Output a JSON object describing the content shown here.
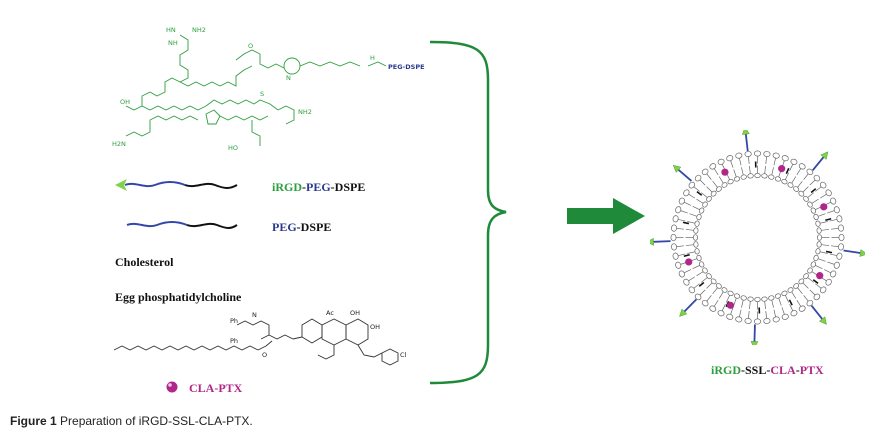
{
  "structure": {
    "peg_dspe_tag": "PEG-DSPE",
    "atom_labels": [
      "HN",
      "NH2",
      "NH",
      "O",
      "N",
      "H",
      "S",
      "OH",
      "H2N",
      "HO",
      "NH2"
    ]
  },
  "legend": {
    "irgd_peg_dspe": {
      "part1": "iRGD",
      "sep1": "-",
      "part2": "PEG",
      "sep2": "-",
      "part3": "DSPE"
    },
    "peg_dspe": {
      "part1": "PEG",
      "sep": "-",
      "part2": "DSPE"
    },
    "cholesterol": "Cholesterol",
    "egg_pc": "Egg phosphatidylcholine",
    "cla_ptx": "CLA-PTX"
  },
  "product": {
    "part1": "iRGD",
    "sep1": "-",
    "part2": "SSL",
    "sep2": "-",
    "part3": "CLA",
    "sep3": "-",
    "part4": "PTX"
  },
  "caption": {
    "label": "Figure 1",
    "text": "Preparation of iRGD-SSL-CLA-PTX."
  },
  "colors": {
    "green": "#2e9e3e",
    "blue": "#2b3a8f",
    "magenta": "#b0278a",
    "arrow": "#1e8a3a"
  }
}
